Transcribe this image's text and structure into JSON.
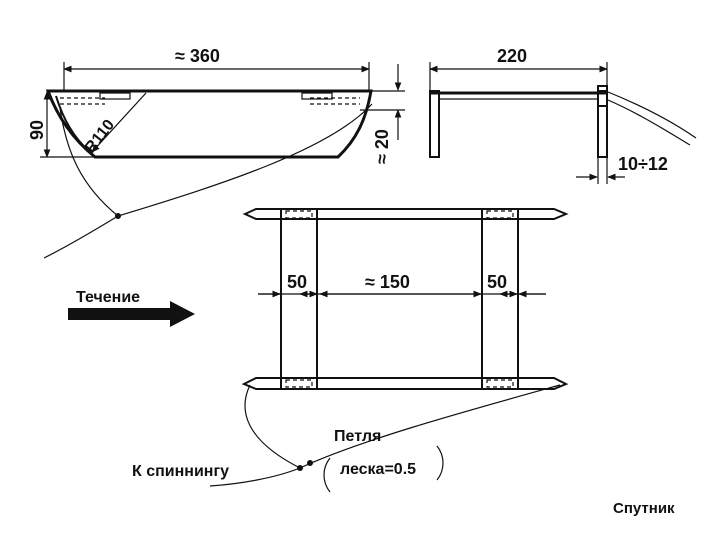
{
  "dimensions": {
    "length_top": "≈ 360",
    "height_left": "90",
    "radius": "R110",
    "depth_right": "≈ 20",
    "width_side": "220",
    "thickness": "10÷12",
    "plank_width_left": "50",
    "gap_middle": "≈ 150",
    "plank_width_right": "50"
  },
  "labels": {
    "current": "Течение",
    "loop": "Петля",
    "line": "леска=0.5",
    "to_spinning": "К спиннингу",
    "source": "Спутник"
  }
}
